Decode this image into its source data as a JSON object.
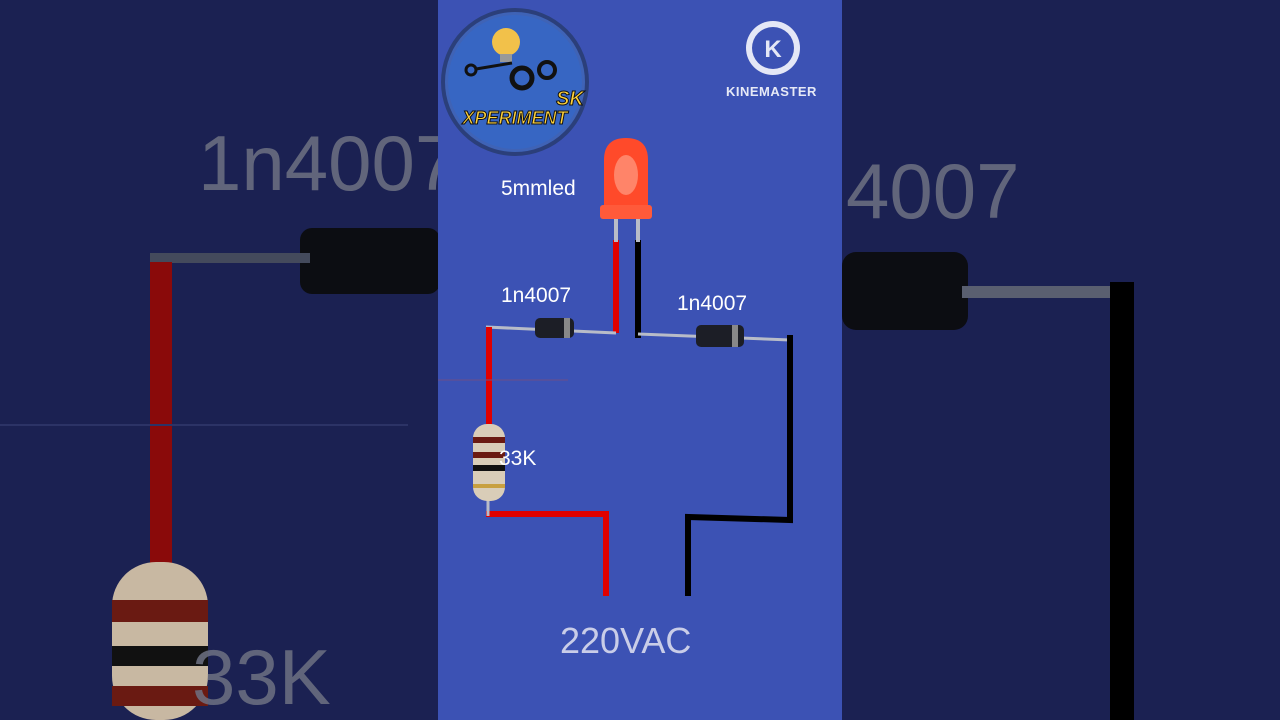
{
  "background": {
    "left_large_label_top": "1n4007",
    "left_large_label_bottom": "33K",
    "right_large_label_top": "4007"
  },
  "logo": {
    "line1": "SK",
    "line2": "XPERIMENT"
  },
  "watermark": {
    "label": "KINEMASTER",
    "letter": "K"
  },
  "diagram": {
    "led_label": "5mmled",
    "diode_left_label": "1n4007",
    "diode_right_label": "1n4007",
    "resistor_label": "33K",
    "source_label": "220VAC"
  },
  "colors": {
    "panel": "#3c52b4",
    "side_bg": "#1b2152",
    "positive_wire": "#e00000",
    "negative_wire": "#000000",
    "led": "#ff4a2a"
  }
}
